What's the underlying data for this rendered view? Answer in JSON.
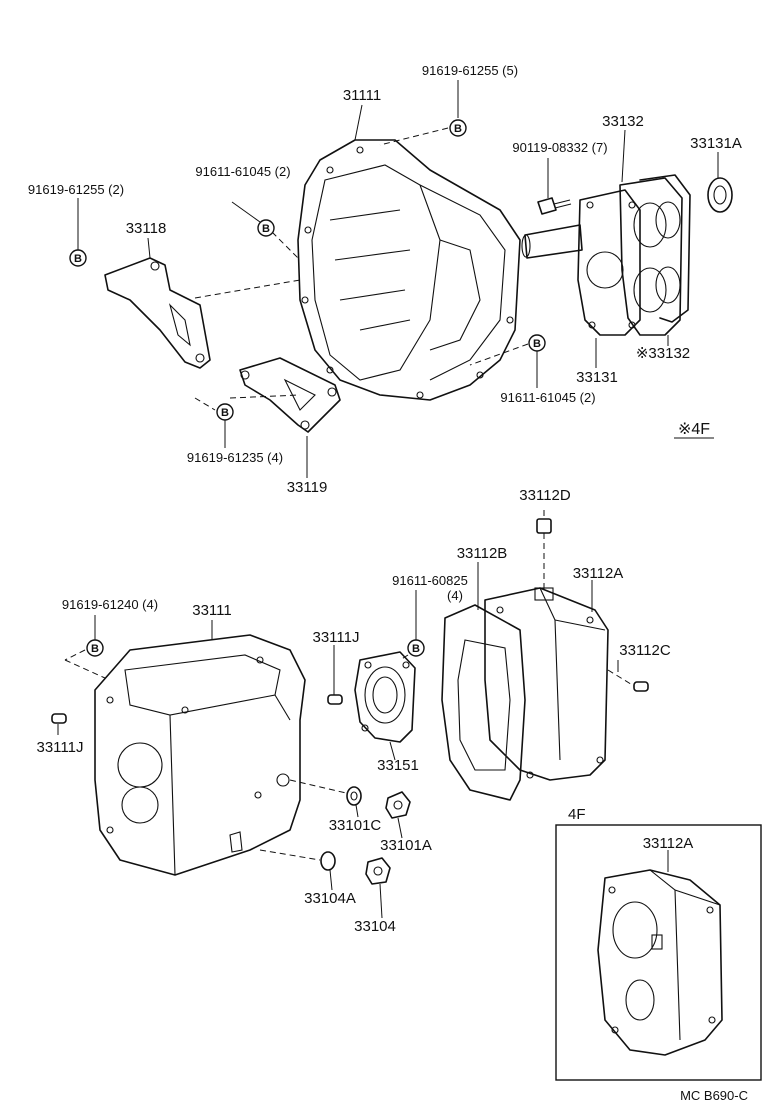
{
  "part_labels": {
    "p31111_top": "31111",
    "p91619_61255_5": "91619-61255 (5)",
    "p90119_08332_7": "90119-08332 (7)",
    "p33132_top": "33132",
    "p33131A": "33131A",
    "p91611_61045_2_a": "91611-61045 (2)",
    "p91619_61255_2": "91619-61255 (2)",
    "p33118": "33118",
    "p33132_mark": "※33132",
    "p33131": "33131",
    "p91611_61045_2_b": "91611-61045 (2)",
    "p4F_mark": "※4F",
    "p91619_61235_4": "91619-61235 (4)",
    "p33119": "33119",
    "p33112D": "33112D",
    "p33112B": "33112B",
    "p33112A": "33112A",
    "p91611_60825": "91611-60825",
    "p91611_60825_qty": "(4)",
    "p91619_61240_4": "91619-61240 (4)",
    "p33111_bottom": "33111",
    "p33111J_right": "33111J",
    "p33112C": "33112C",
    "p33111J_left": "33111J",
    "p33151": "33151",
    "p33101C": "33101C",
    "p33101A": "33101A",
    "p33104A": "33104A",
    "p33104": "33104",
    "inset_title": "4F",
    "inset_33112A": "33112A",
    "diagram_code": "MC  B690-C"
  },
  "bolt_marker": "B"
}
